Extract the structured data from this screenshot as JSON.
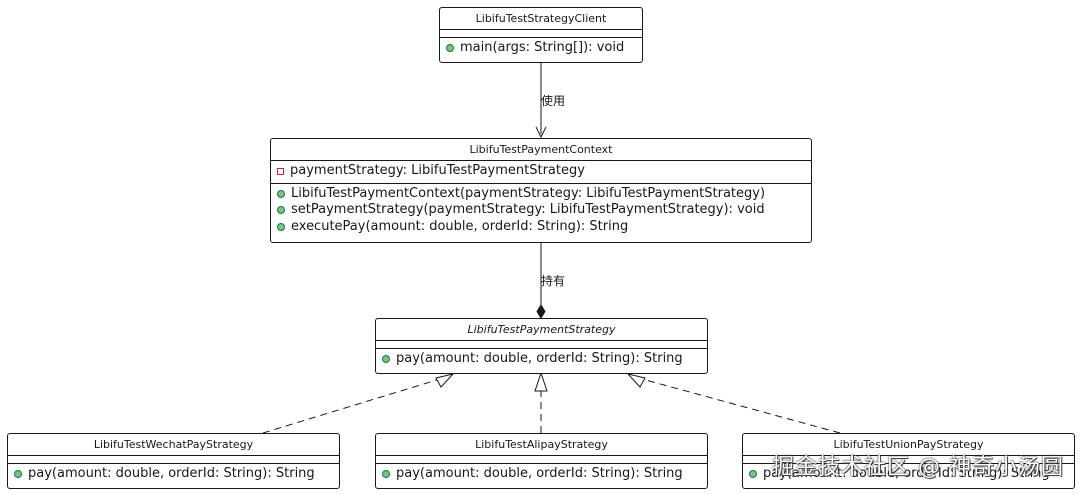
{
  "client": {
    "name": "LibifuTestStrategyClient",
    "methods": [
      "main(args: String[]): void"
    ]
  },
  "context": {
    "name": "LibifuTestPaymentContext",
    "attributes": [
      "paymentStrategy: LibifuTestPaymentStrategy"
    ],
    "methods": [
      "LibifuTestPaymentContext(paymentStrategy: LibifuTestPaymentStrategy)",
      "setPaymentStrategy(paymentStrategy: LibifuTestPaymentStrategy): void",
      "executePay(amount: double, orderId: String): String"
    ]
  },
  "strategy": {
    "name": "LibifuTestPaymentStrategy",
    "methods": [
      "pay(amount: double, orderId: String): String"
    ]
  },
  "wechat": {
    "name": "LibifuTestWechatPayStrategy",
    "methods": [
      "pay(amount: double, orderId: String): String"
    ]
  },
  "alipay": {
    "name": "LibifuTestAlipayStrategy",
    "methods": [
      "pay(amount: double, orderId: String): String"
    ]
  },
  "union": {
    "name": "LibifuTestUnionPayStrategy",
    "methods": [
      "pay(amount: double, orderId: String): String"
    ]
  },
  "edges": {
    "uses_label": "使用",
    "holds_label": "持有"
  },
  "watermark": "掘金技术社区 @ 神奇小汤圆"
}
